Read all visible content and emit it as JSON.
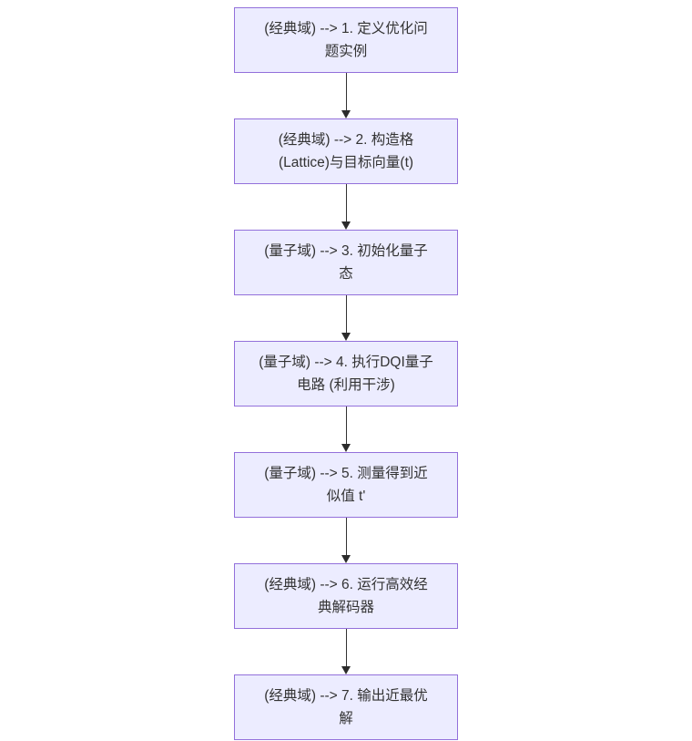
{
  "diagram": {
    "type": "flowchart-top-down",
    "title": "DQI algorithm pipeline flowchart",
    "nodes": [
      {
        "id": "step1",
        "domain_tag": "经典域",
        "label": "(经典域) --> 1. 定义优化问题实例",
        "lines": [
          "(经典域) --> 1. 定义优化问",
          "题实例"
        ]
      },
      {
        "id": "step2",
        "domain_tag": "经典域",
        "label": "(经典域) --> 2. 构造格(Lattice)与目标向量(t)",
        "lines": [
          "(经典域) --> 2. 构造格",
          "(Lattice)与目标向量(t)"
        ]
      },
      {
        "id": "step3",
        "domain_tag": "量子域",
        "label": "(量子域) --> 3. 初始化量子态",
        "lines": [
          "(量子域) --> 3. 初始化量子",
          "态"
        ]
      },
      {
        "id": "step4",
        "domain_tag": "量子域",
        "label": "(量子域) --> 4. 执行DQI量子电路 (利用干涉)",
        "lines": [
          "(量子域) --> 4. 执行DQI量子",
          "电路 (利用干涉)"
        ]
      },
      {
        "id": "step5",
        "domain_tag": "量子域",
        "label": "(量子域) --> 5. 测量得到近似值 t'",
        "lines": [
          "(量子域) --> 5. 测量得到近",
          "似值 t'"
        ]
      },
      {
        "id": "step6",
        "domain_tag": "经典域",
        "label": "(经典域) --> 6. 运行高效经典解码器",
        "lines": [
          "(经典域) --> 6. 运行高效经",
          "典解码器"
        ]
      },
      {
        "id": "step7",
        "domain_tag": "经典域",
        "label": "(经典域) --> 7. 输出近最优解",
        "lines": [
          "(经典域) --> 7. 输出近最优",
          "解"
        ]
      }
    ],
    "edges": [
      {
        "from": "step1",
        "to": "step2",
        "style": "arrow-down"
      },
      {
        "from": "step2",
        "to": "step3",
        "style": "arrow-down"
      },
      {
        "from": "step3",
        "to": "step4",
        "style": "arrow-down"
      },
      {
        "from": "step4",
        "to": "step5",
        "style": "arrow-down"
      },
      {
        "from": "step5",
        "to": "step6",
        "style": "arrow-down"
      },
      {
        "from": "step6",
        "to": "step7",
        "style": "arrow-down"
      }
    ]
  },
  "colors": {
    "node_fill": "#ECECFF",
    "node_border": "#9370DB",
    "text_color": "#333333",
    "line_color": "#333333",
    "arrowhead_color": "#2b2b2b",
    "bg_color": "#ffffff"
  }
}
